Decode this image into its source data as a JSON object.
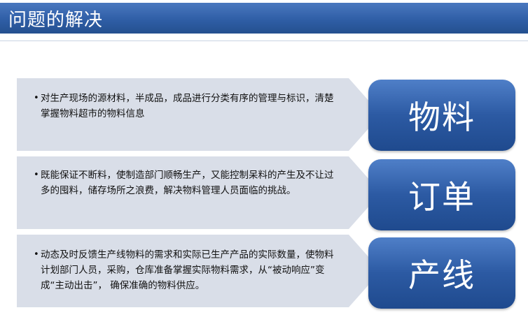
{
  "title": "问题的解决",
  "items": [
    {
      "label": "物料",
      "text": "对生产现场的源材料，半成品，成品进行分类有序的管理与标识，清楚掌握物料超市的物料信息"
    },
    {
      "label": "订单",
      "text": "既能保证不断料，使制造部门顺畅生产，又能控制呆料的产生及不让过多的囤料，储存场所之浪费，解决物料管理人员面临的挑战。"
    },
    {
      "label": "产线",
      "text": "动态及时反馈生产线物料的需求和实际已生产产品的实际数量，使物料计划部门人员，采购，仓库准备掌握实际物料需求，从“被动响应”变成“主动出击”， 确保准确的物料供应。"
    }
  ],
  "colors": {
    "title_bar": "#2f5ea6",
    "arrow_fill": "#d9dee8",
    "tile_top": "#4f7fc8",
    "tile_bottom": "#1f4a8e"
  }
}
